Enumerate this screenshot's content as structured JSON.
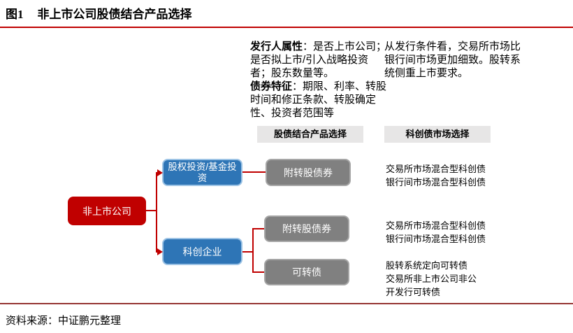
{
  "header": {
    "figure_label": "图1",
    "title": "非上市公司股债结合产品选择"
  },
  "notes": {
    "issuer": {
      "heading1": "发行人属性",
      "body1": "：是否上市公司；是否拟上市/引入战略投资者；股东数量等。",
      "heading2": "债券特征",
      "body2": "：期限、利率、转股时间和修正条款、转股确定性、投资者范围等"
    },
    "market": "从发行条件看，交易所市场比银行间市场更加细致。股转系统侧重上市要求。"
  },
  "column_headers": {
    "products": "股债结合产品选择",
    "market": "科创债市场选择"
  },
  "diagram": {
    "root_label": "非上市公司",
    "branches": [
      {
        "label": "股权投资/基金投资",
        "products": [
          "附转股债券"
        ]
      },
      {
        "label": "科创企业",
        "products": [
          "附转股债券",
          "可转债"
        ]
      }
    ],
    "annotations": [
      {
        "lines": [
          "交易所市场混合型科创债",
          "银行间市场混合型科创债"
        ]
      },
      {
        "lines": [
          "交易所市场混合型科创债",
          "银行间市场混合型科创债"
        ]
      },
      {
        "lines": [
          "股转系统定向可转债",
          "交易所非上市公司非公",
          "开发行可转债"
        ]
      }
    ]
  },
  "footer": {
    "source": "资料来源：中证鹏元整理"
  },
  "colors": {
    "accent_red": "#C00000",
    "rule_bottom_red": "#963634",
    "node_red": "#C00000",
    "node_blue": "#2E75B6",
    "node_blue_border": "#9CC3E5",
    "node_gray": "#808080",
    "node_gray_border": "#A6A6A6",
    "header_bar_bg": "#E7E6E6",
    "connector_red": "#C00000"
  }
}
